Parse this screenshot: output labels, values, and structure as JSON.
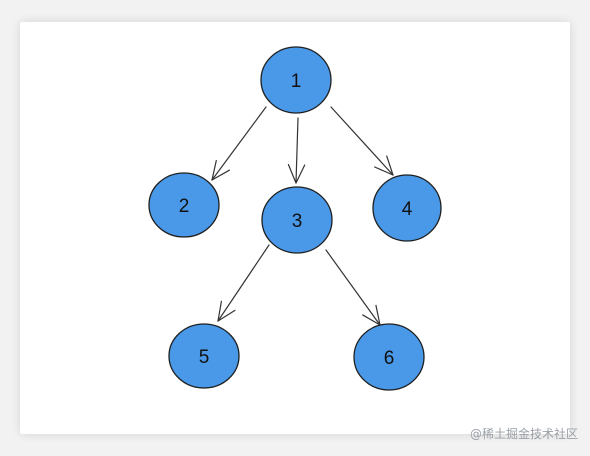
{
  "diagram": {
    "type": "tree",
    "node_color": "#4a98e8",
    "edge_color": "#333333",
    "nodes": [
      {
        "id": "1",
        "label": "1"
      },
      {
        "id": "2",
        "label": "2"
      },
      {
        "id": "3",
        "label": "3"
      },
      {
        "id": "4",
        "label": "4"
      },
      {
        "id": "5",
        "label": "5"
      },
      {
        "id": "6",
        "label": "6"
      }
    ],
    "edges": [
      {
        "from": "1",
        "to": "2"
      },
      {
        "from": "1",
        "to": "3"
      },
      {
        "from": "1",
        "to": "4"
      },
      {
        "from": "3",
        "to": "5"
      },
      {
        "from": "3",
        "to": "6"
      }
    ]
  },
  "watermark": "@稀土掘金技术社区"
}
